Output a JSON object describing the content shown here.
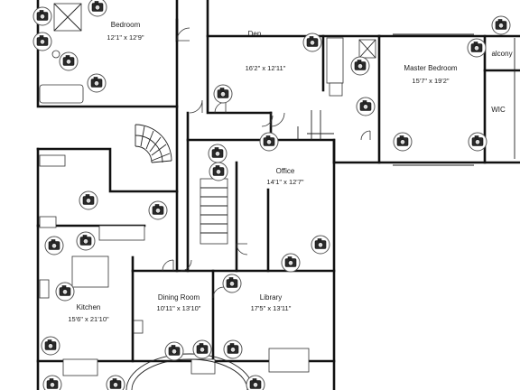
{
  "rooms": {
    "bedroom": {
      "name": "Bedroom",
      "dims": "12'1\" x 12'9\""
    },
    "den": {
      "name": "Den",
      "dims": "16'2\" x 12'11\""
    },
    "master_bedroom": {
      "name": "Master Bedroom",
      "dims": "15'7\" x 19'2\""
    },
    "balcony": {
      "name": "alcony"
    },
    "wic": {
      "name": "WIC"
    },
    "office": {
      "name": "Office",
      "dims": "14'1\" x 12'7\""
    },
    "kitchen": {
      "name": "Kitchen",
      "dims": "15'6\" x 21'10\""
    },
    "dining_room": {
      "name": "Dining Room",
      "dims": "10'11\" x 13'10\""
    },
    "library": {
      "name": "Library",
      "dims": "17'5\" x 13'11\""
    }
  },
  "icons": {
    "camera": "camera-icon"
  },
  "colors": {
    "wall": "#111111",
    "camera_bg": "#ffffff",
    "camera_body": "#2a2a2a"
  }
}
